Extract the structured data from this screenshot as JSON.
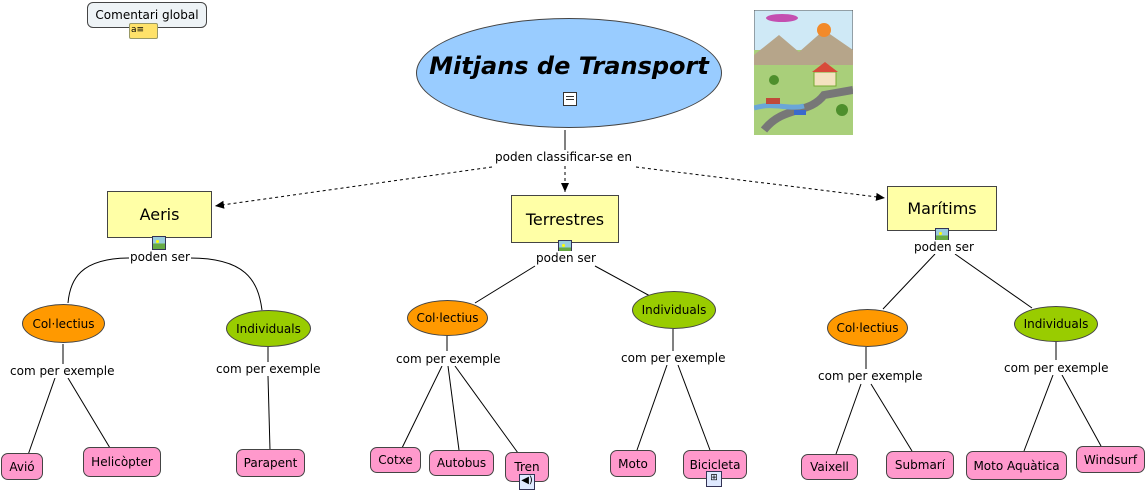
{
  "global_comment": "Comentari global",
  "main_concept": "Mitjans de Transport",
  "root_link": "poden classificar-se en",
  "categories": {
    "aeris": "Aeris",
    "terrestres": "Terrestres",
    "maritims": "Marítims"
  },
  "link_poden_ser": "poden ser",
  "link_com_per_exemple": "com per exemple",
  "collectius": "Col·lectius",
  "individuals": "Individuals",
  "leaves": {
    "avio": "Avió",
    "helicopter": "Helicòpter",
    "parapent": "Parapent",
    "cotxe": "Cotxe",
    "autobus": "Autobus",
    "tren": "Tren",
    "moto": "Moto",
    "bicicleta": "Bicicleta",
    "vaixell": "Vaixell",
    "submari": "Submarí",
    "moto_aquatica": "Moto Aquàtica",
    "windsurf": "Windsurf"
  },
  "colors": {
    "concept_yellow": "#ffffa6",
    "main_blue": "#99ccff",
    "collectius_orange": "#ff9900",
    "individuals_green": "#99cc00",
    "leaf_pink": "#ff99cc"
  },
  "icons": [
    "image-icon",
    "document-icon",
    "comment-icon",
    "sound-icon",
    "concept-map-icon"
  ]
}
